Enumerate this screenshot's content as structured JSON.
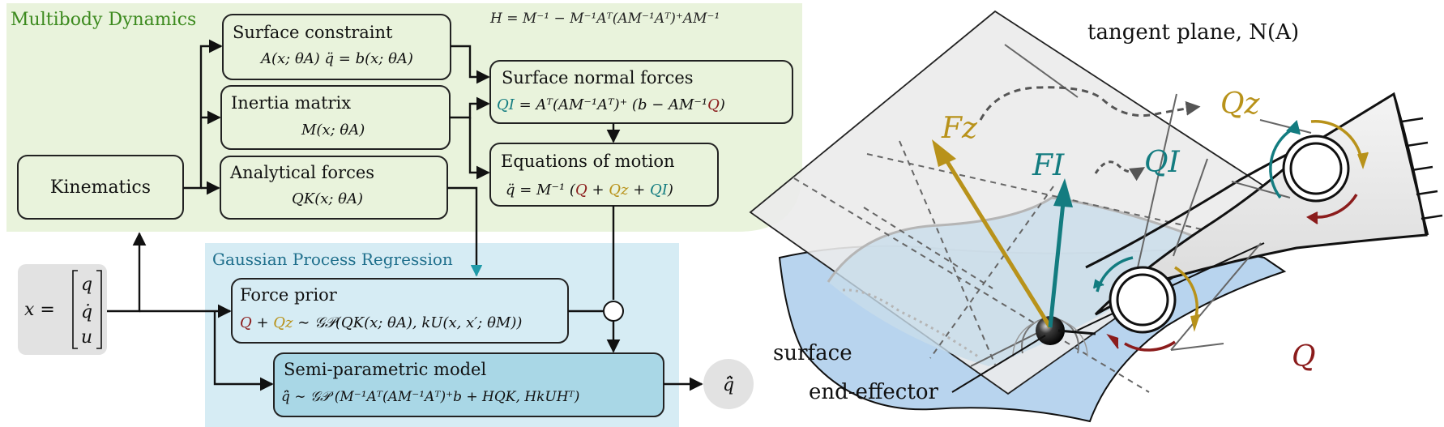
{
  "colors": {
    "green_panel": "#e9f3dc",
    "blue_panel": "#d6ecf4",
    "green_text": "#3c8a1e",
    "blue_text": "#1f6f8c",
    "gold": "#b8921a",
    "teal": "#137c80",
    "maroon": "#8b1c1c",
    "surface_fill": "#b8d4ee",
    "plane_fill": "#ebebeb"
  },
  "diagram": {
    "hamiltonian": "H = M⁻¹ − M⁻¹Aᵀ(AM⁻¹Aᵀ)⁺AM⁻¹",
    "multibody": {
      "title": "Multibody Dynamics",
      "kinematics": "Kinematics",
      "surface_constraint": {
        "title": "Surface constraint",
        "eq": "A(x; θA) q̈ = b(x; θA)"
      },
      "inertia_matrix": {
        "title": "Inertia matrix",
        "eq": "M(x; θA)"
      },
      "analytical_forces": {
        "title": "Analytical forces",
        "eq": "QK(x; θA)"
      },
      "surface_normal_forces": {
        "title": "Surface normal forces",
        "eq_lhs": "QI",
        "eq_mid": " = Aᵀ(AM⁻¹Aᵀ)⁺ (b − AM⁻¹",
        "eq_q": "Q",
        "eq_end": ")"
      },
      "equations_of_motion": {
        "title": "Equations of motion",
        "eq_start": "q̈ = M⁻¹ (",
        "eq_q": "Q",
        "eq_plus1": " + ",
        "eq_qz": "Qz",
        "eq_plus2": " + ",
        "eq_qi": "QI",
        "eq_end": ")"
      }
    },
    "gpr": {
      "title": "Gaussian Process Regression",
      "force_prior": {
        "title": "Force prior",
        "eq_q": "Q",
        "eq_plus": " + ",
        "eq_qz": "Qz",
        "eq_rest": " ∼ 𝒢𝒫(QK(x; θA), kU(x, x′; θM))"
      },
      "semi_parametric": {
        "title": "Semi-parametric model",
        "eq": "q̈̂ ∼ 𝒢𝒫 (M⁻¹Aᵀ(AM⁻¹Aᵀ)⁺b + HQK, HkUHᵀ)"
      }
    },
    "state": {
      "lhs": "x =",
      "entries": [
        "q",
        "q̇",
        "u"
      ]
    },
    "output": "q̈̂"
  },
  "illustration": {
    "tangent_plane": "tangent plane, N(A)",
    "fz": "Fz",
    "fi": "FI",
    "qz": "Qz",
    "qi": "QI",
    "q": "Q",
    "surface": "surface",
    "end_effector": "end-effector"
  }
}
